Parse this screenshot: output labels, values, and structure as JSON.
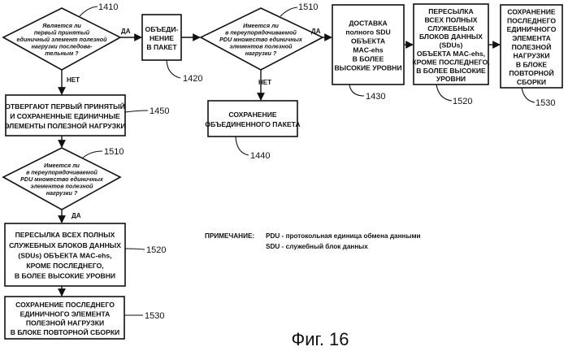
{
  "nodes": {
    "d1410": {
      "ref": "1410",
      "lines": [
        "Является ли",
        "первый принятый",
        "единичный элемент полезной",
        "нагрузки последова-",
        "тельным ?"
      ]
    },
    "b1420": {
      "ref": "1420",
      "lines": [
        "ОБЪЕДИ-",
        "НЕНИЕ",
        "В ПАКЕТ"
      ]
    },
    "d1510a": {
      "ref": "1510",
      "lines": [
        "Имеется ли",
        "в переупорядочиваемой",
        "PDU множество единичных",
        "элементов полезной",
        "нагрузки ?"
      ]
    },
    "b1430": {
      "ref": "1430",
      "lines": [
        "ДОСТАВКА",
        "полного SDU",
        "ОБЪЕКТА",
        "MAC-ehs",
        "В БОЛЕЕ",
        "ВЫСОКИЕ УРОВНИ"
      ]
    },
    "b1520a": {
      "ref": "1520",
      "lines": [
        "ПЕРЕСЫЛКА",
        "ВСЕХ ПОЛНЫХ",
        "СЛУЖЕБНЫХ",
        "БЛОКОВ ДАННЫХ",
        "(SDUs)",
        "ОБЪЕКТА MAC-ehs,",
        "КРОМЕ ПОСЛЕДНЕГО,",
        "В БОЛЕЕ ВЫСОКИЕ",
        "УРОВНИ"
      ]
    },
    "b1530a": {
      "ref": "1530",
      "lines": [
        "СОХРАНЕНИЕ",
        "ПОСЛЕДНЕГО",
        "ЕДИНИЧНОГО",
        "ЭЛЕМЕНТА",
        "ПОЛЕЗНОЙ",
        "НАГРУЗКИ",
        "В БЛОКЕ",
        "ПОВТОРНОЙ",
        "СБОРКИ"
      ]
    },
    "b1450": {
      "ref": "1450",
      "lines": [
        "ОТВЕРГАЮТ ПЕРВЫЙ ПРИНЯТЫЙ",
        "И СОХРАНЕННЫЕ ЕДИНИЧНЫЕ",
        "ЭЛЕМЕНТЫ ПОЛЕЗНОЙ НАГРУЗКИ"
      ]
    },
    "b1440": {
      "ref": "1440",
      "lines": [
        "СОХРАНЕНИЕ",
        "ОБЪЕДИНЕННОГО ПАКЕТА"
      ]
    },
    "d1510b": {
      "ref": "1510",
      "lines": [
        "Имеется ли",
        "в переупорядочиваемой",
        "PDU множество единичных",
        "элементов полезной",
        "нагрузки ?"
      ]
    },
    "b1520b": {
      "ref": "1520",
      "lines": [
        "ПЕРЕСЫЛКА ВСЕХ ПОЛНЫХ",
        "СЛУЖЕБНЫХ БЛОКОВ ДАННЫХ",
        "(SDUs) ОБЪЕКТА MAC-ehs,",
        "КРОМЕ ПОСЛЕДНЕГО,",
        "В БОЛЕЕ ВЫСОКИЕ УРОВНИ"
      ]
    },
    "b1530b": {
      "ref": "1530",
      "lines": [
        "СОХРАНЕНИЕ ПОСЛЕДНЕГО",
        "ЕДИНИЧНОГО ЭЛЕМЕНТА",
        "ПОЛЕЗНОЙ НАГРУЗКИ",
        "В БЛОКЕ ПОВТОРНОЙ СБОРКИ"
      ]
    }
  },
  "edge_labels": {
    "yes1": "ДА",
    "yes2": "ДА",
    "no1": "НЕТ",
    "no2": "НЕТ",
    "yes3": "ДА"
  },
  "note": {
    "label": "ПРИМЕЧАНИЕ:",
    "line1": "PDU - протокольная единица обмена данными",
    "line2": "SDU - служебный блок данных"
  },
  "caption": "Фиг. 16"
}
